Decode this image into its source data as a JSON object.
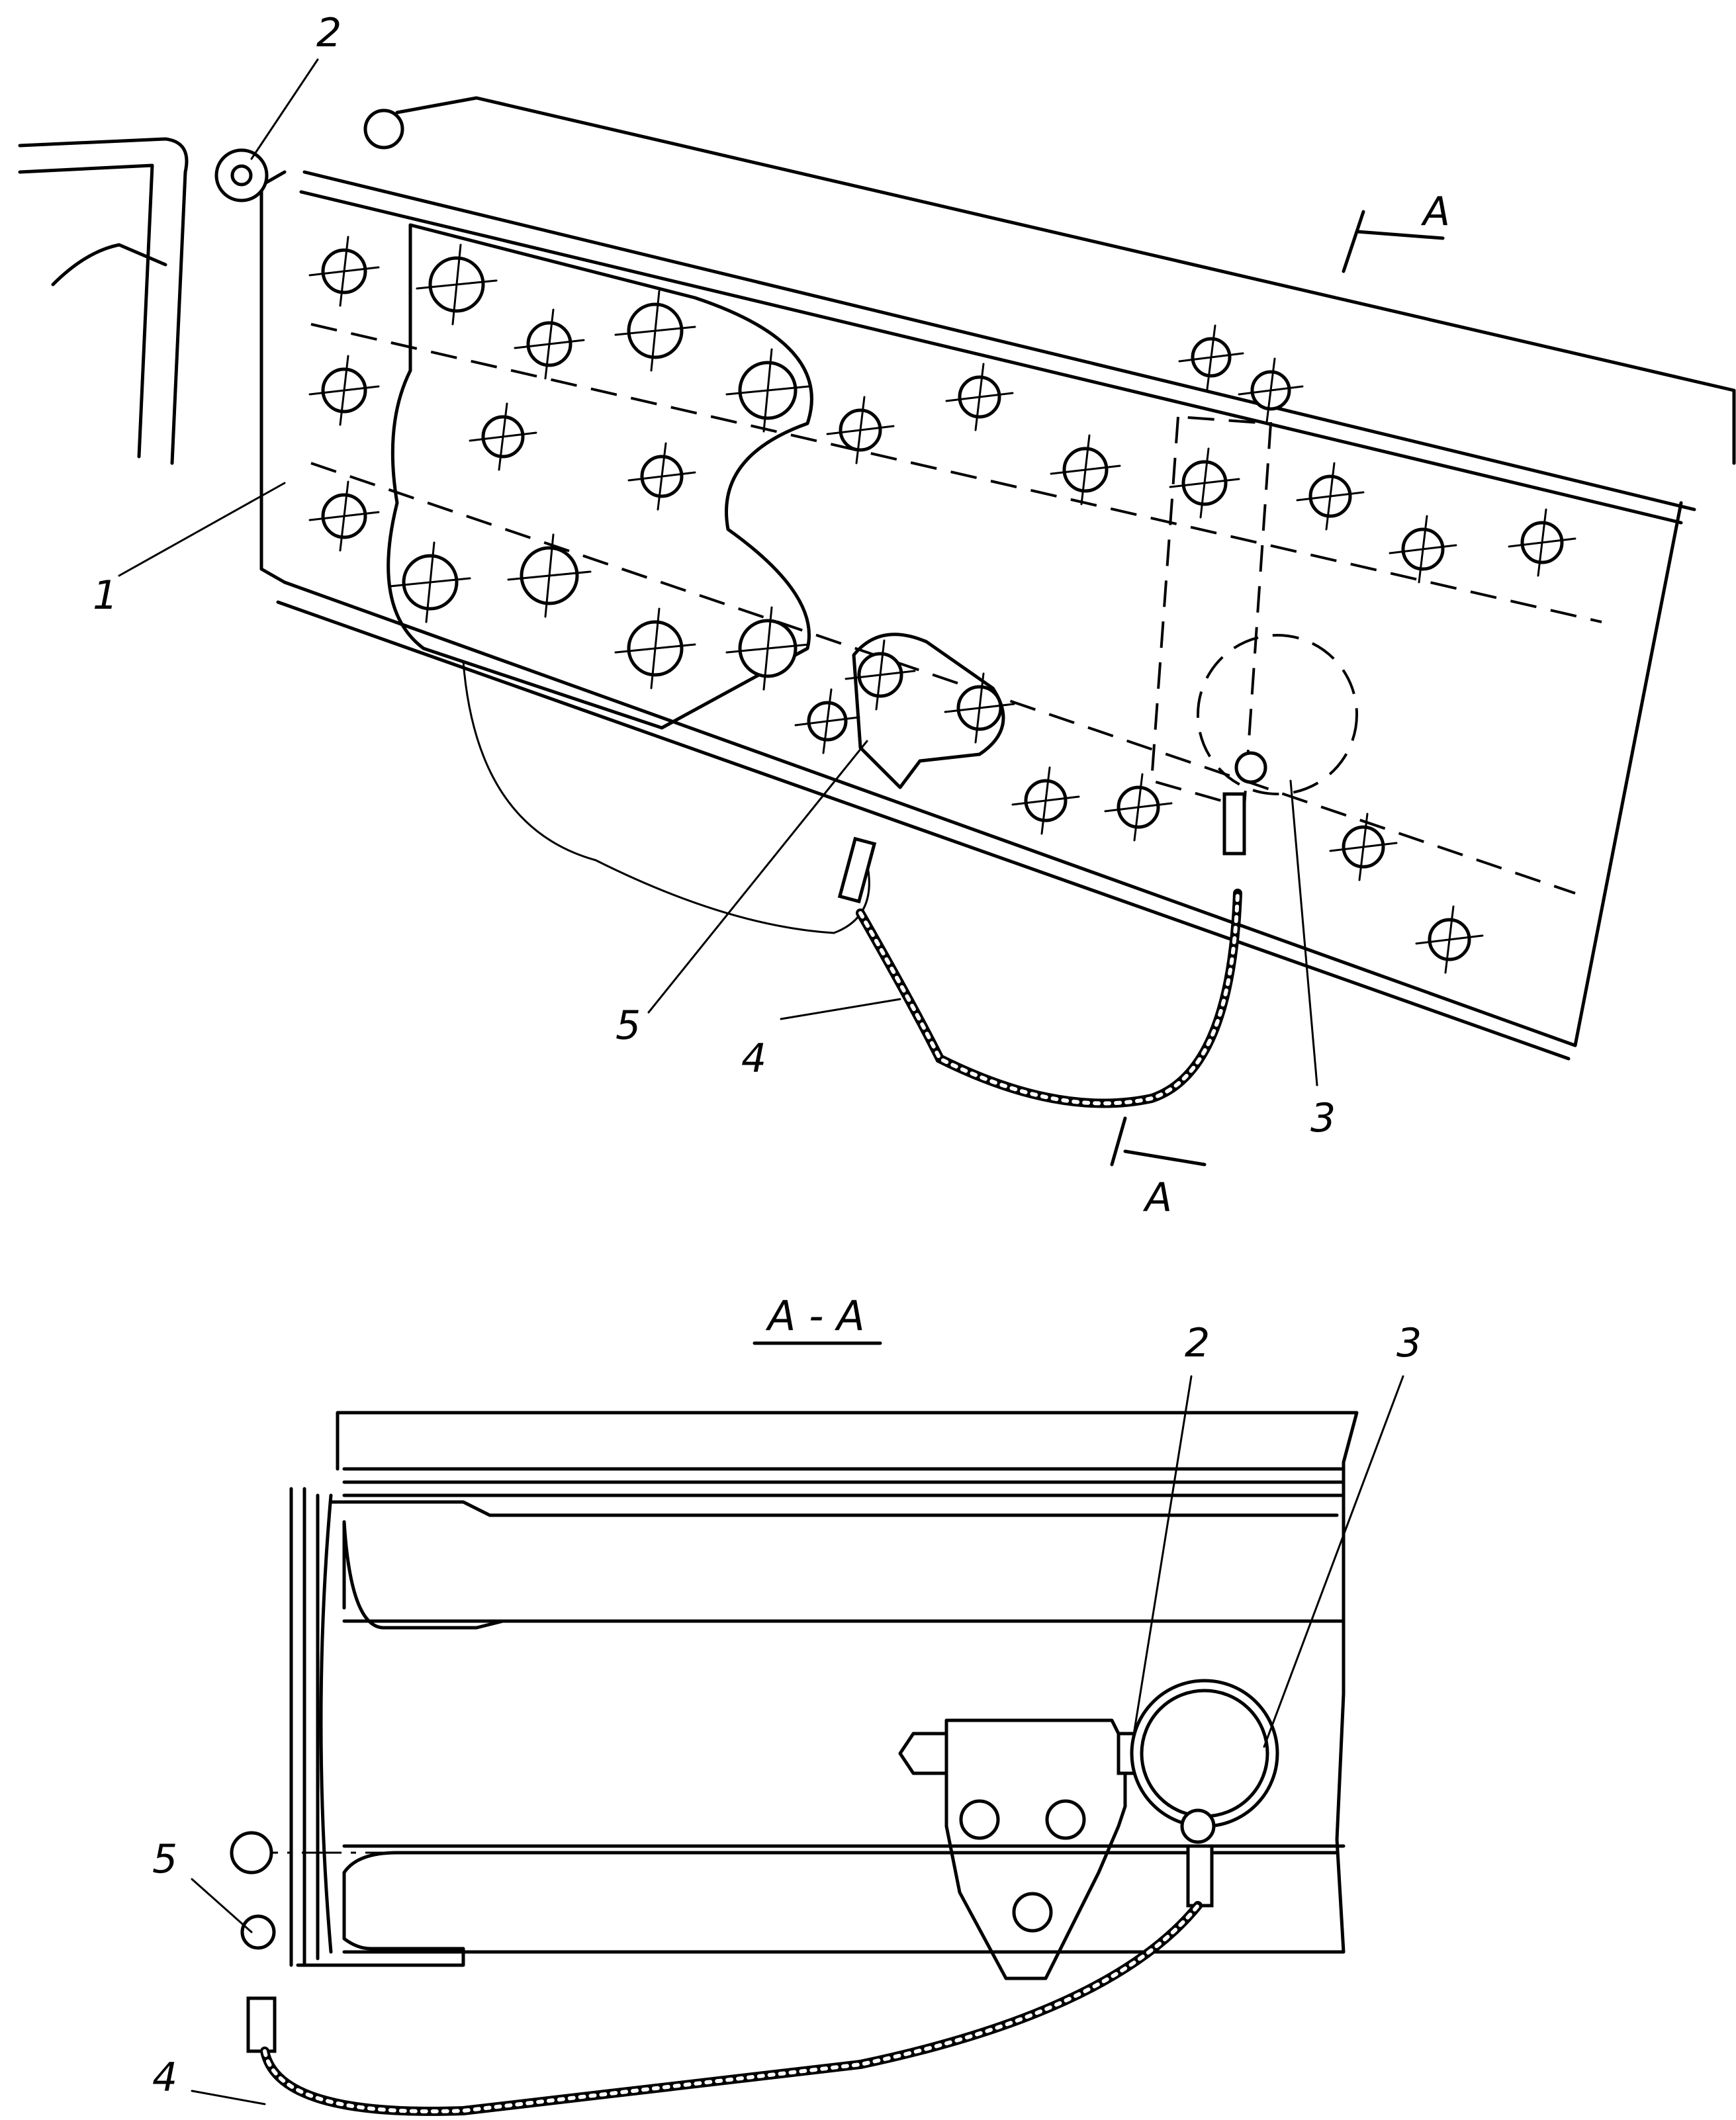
{
  "top_view": {
    "callouts": [
      "1",
      "2",
      "3",
      "4",
      "5"
    ],
    "section_mark": "A"
  },
  "section_view": {
    "title": "А - А",
    "callouts": [
      "2",
      "3",
      "4",
      "5"
    ]
  },
  "colors": {
    "line": "#000000",
    "background": "#ffffff"
  }
}
